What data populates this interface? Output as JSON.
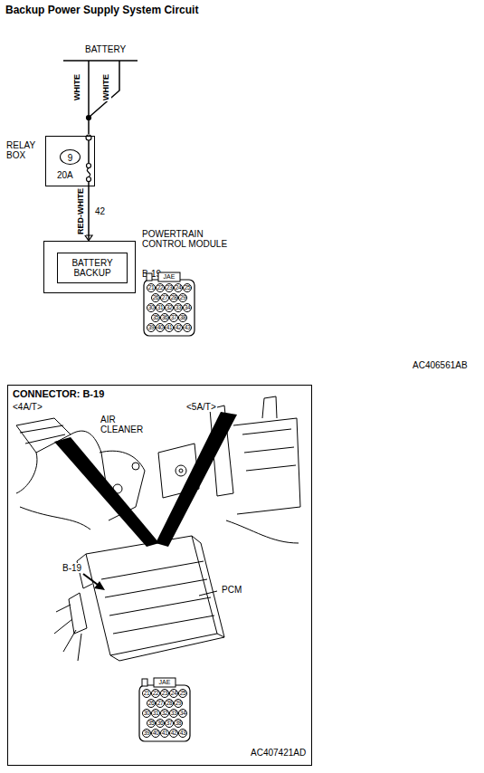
{
  "diagram": {
    "title": "Backup Power Supply System Circuit",
    "nodes": [
      {
        "text": [
          "RELAY BOX",
          "20A"
        ]
      },
      {
        "text": [
          "9"
        ],
        "in": 0
      },
      {
        "text": [
          "POWERTRAIN CONTROL MODULE",
          "B-19"
        ]
      },
      {
        "text": [
          "BATTERY BACKUP"
        ],
        "in": 2
      },
      {
        "text": [
          "JAE",
          "21",
          "22",
          "23",
          "24",
          "25",
          "26",
          "27",
          "28",
          "29",
          "30",
          "31",
          "32",
          "33",
          "34",
          "35",
          "36",
          "37",
          "38",
          "39",
          "40",
          "41",
          "42",
          "43"
        ]
      },
      {
        "text": [
          "CONNECTOR: B-19"
        ]
      },
      {
        "text": [
          "JAE",
          "21",
          "22",
          "23",
          "24",
          "25",
          "26",
          "27",
          "28",
          "29",
          "30",
          "31",
          "32",
          "33",
          "34",
          "35",
          "36",
          "37",
          "38",
          "39",
          "40",
          "41",
          "42",
          "43"
        ],
        "in": 5
      }
    ],
    "edges": [
      {
        "from": 0,
        "to": 2,
        "arrow": "none",
        "label": "RED-WHITE"
      }
    ],
    "labels": [
      "BATTERY",
      "WHITE",
      "WHITE",
      "42",
      "AC406561AB",
      "<4A/T>",
      "<5A/T>",
      "AIR CLEANER",
      "B-19",
      "PCM",
      "AC407421AD"
    ]
  }
}
